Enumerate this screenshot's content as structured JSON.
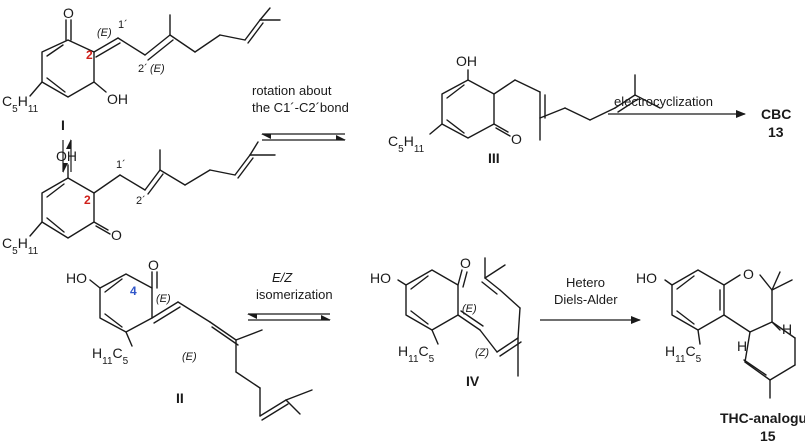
{
  "compounds": {
    "I": {
      "label": "I",
      "pentyl": "C5H11",
      "hydroxyl": "OH",
      "ketone": "O",
      "ring_position": "2",
      "stereo_1": "(E)",
      "locant_1": "1´",
      "locant_2": "2´",
      "stereo_2": "(E)"
    },
    "I_iso": {
      "hydroxyl": "OH",
      "pentyl": "C5H11",
      "ketone": "O",
      "ring_position": "2",
      "locant_1": "1´",
      "locant_2": "2´"
    },
    "III": {
      "label": "III",
      "hydroxyl": "OH",
      "pentyl": "C5H11",
      "ketone": "O"
    },
    "CBC": {
      "name": "CBC",
      "number": "13"
    },
    "II": {
      "label": "II",
      "hydroxyl": "HO",
      "ketone": "O",
      "pentyl": "H11C5",
      "ring_position": "4",
      "stereo_1": "(E)",
      "stereo_2": "(E)"
    },
    "IV": {
      "label": "IV",
      "hydroxyl": "HO",
      "ketone": "O",
      "pentyl": "H11C5",
      "stereo_1": "(E)",
      "stereo_2": "(Z)"
    },
    "THC": {
      "name": "THC-analogue",
      "number": "15",
      "hydroxyl": "HO",
      "oxygen": "O",
      "pentyl": "H11C5",
      "hydrogen_top": "H",
      "hydrogen_bottom": "H"
    }
  },
  "reactions": {
    "rotation": {
      "line1": "rotation about",
      "line2": "the C1´-C2´bond"
    },
    "electrocyclization": {
      "label": "electrocyclization"
    },
    "isomerization": {
      "line1": "E/Z",
      "line2": "isomerization"
    },
    "hetero_diels_alder": {
      "line1": "Hetero",
      "line2": "Diels-Alder"
    }
  }
}
